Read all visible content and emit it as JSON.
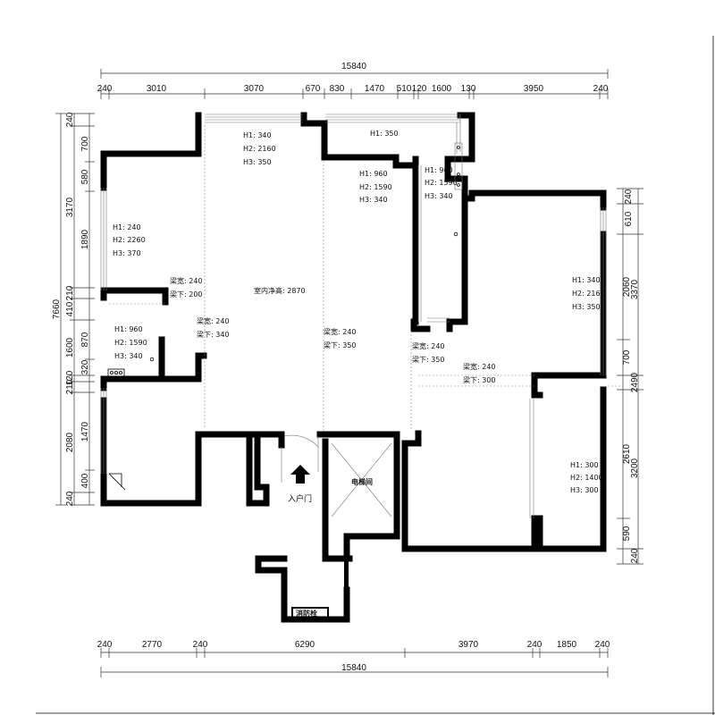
{
  "dims": {
    "top_total": "15840",
    "top_segments": [
      "240",
      "3010",
      "3070",
      "670",
      "830",
      "1470",
      "510",
      "120",
      "1600",
      "130",
      "3950",
      "240"
    ],
    "bottom_segments": [
      "240",
      "2770",
      "240",
      "6290",
      "3970",
      "240",
      "1850",
      "240"
    ],
    "bottom_total": "15840",
    "left_total": "7660",
    "left_outer": [
      "240",
      "3170",
      "210",
      "410",
      "1600",
      "120",
      "210",
      "2080",
      "240"
    ],
    "left_inner": [
      "700",
      "580",
      "1890",
      "870",
      "320",
      "1470",
      "400"
    ],
    "right_outer": [
      "240",
      "610",
      "3370",
      "2490",
      "3200",
      "240"
    ],
    "right_inner": [
      "2060",
      "700",
      "2610",
      "590"
    ]
  },
  "heights": {
    "h1": "H1: 340",
    "h2": "H2: 2160",
    "h3": "H3: 350",
    "h4": "H1: 350",
    "h5": "H1: 960",
    "h6": "H2: 1590",
    "h7": "H3: 340",
    "h8": "H1: 960",
    "h9": "H2: 1590",
    "h10": "H3: 340",
    "h11": "H1: 240",
    "h12": "H2: 2260",
    "h13": "H3: 370",
    "h14": "H1: 340",
    "h15": "H2: 2160",
    "h16": "H3: 350",
    "h17": "H1: 960",
    "h18": "H2: 1590",
    "h19": "H3: 340",
    "h20": "H1: 300",
    "h21": "H2: 1400",
    "h22": "H3: 300"
  },
  "beams": {
    "b1a": "梁宽: 240",
    "b1b": "梁下: 200",
    "b2a": "梁宽: 240",
    "b2b": "梁下: 340",
    "b3a": "梁宽: 240",
    "b3b": "梁下: 350",
    "b4a": "梁宽: 240",
    "b4b": "梁下: 350",
    "b5a": "梁宽: 240",
    "b5b": "梁下: 300"
  },
  "labels": {
    "ceiling": "室内净高: 2870",
    "entrance": "入户门",
    "elevator": "电梯间",
    "fire": "消防栓"
  }
}
